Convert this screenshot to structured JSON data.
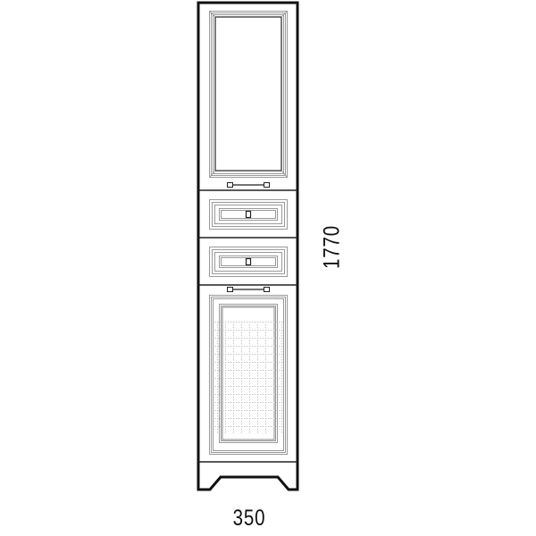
{
  "drawing": {
    "title": "Tall bathroom cabinet (pencil case) front elevation",
    "stroke_colors": {
      "outline": "#111111",
      "moulding": "#9a9a9a",
      "grid": "#c4c4c4"
    }
  },
  "dimensions": {
    "width": "350",
    "height": "1770"
  },
  "components": [
    {
      "name": "upper-door",
      "type": "door",
      "feature": "glass panel with moulded frame",
      "handle": "bar handle"
    },
    {
      "name": "drawer-1",
      "type": "drawer",
      "feature": "raised panel",
      "handle": "knob"
    },
    {
      "name": "drawer-2",
      "type": "drawer",
      "feature": "raised panel",
      "handle": "knob"
    },
    {
      "name": "lower-door",
      "type": "door",
      "feature": "mesh/lattice insert with moulded frame",
      "handle": "bar handle"
    },
    {
      "name": "plinth",
      "type": "base",
      "feature": "arched cutout between feet"
    }
  ]
}
